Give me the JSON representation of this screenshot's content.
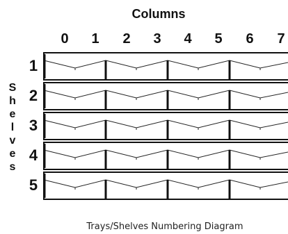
{
  "columns_title": "Columns",
  "column_numbers": [
    "0",
    "1",
    "2",
    "3",
    "4",
    "5",
    "6",
    "7"
  ],
  "shelves_title": "Shelves",
  "shelves_letters": [
    "S",
    "h",
    "e",
    "l",
    "v",
    "e",
    "s"
  ],
  "shelf_numbers": [
    "1",
    "2",
    "3",
    "4",
    "5"
  ],
  "caption": "Trays/Shelves Numbering Diagram"
}
